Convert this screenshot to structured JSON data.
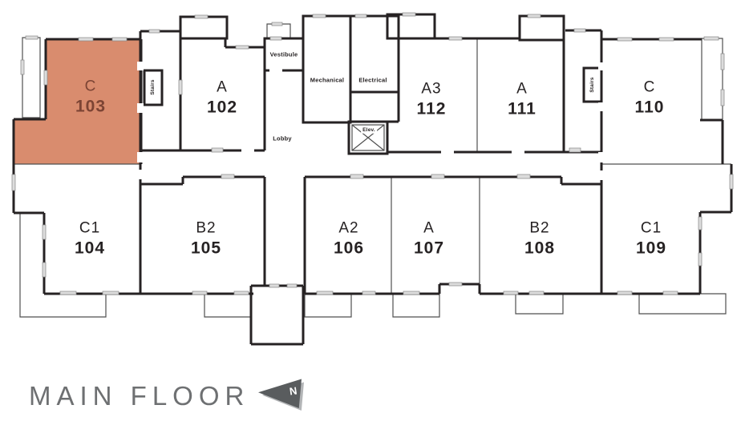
{
  "title": "MAIN FLOOR",
  "compass": {
    "label": "N"
  },
  "colors": {
    "highlight_fill": "#d98c6e",
    "highlight_text": "#7c4434",
    "wall": "#262223",
    "label": "#262223",
    "title": "#6e7072",
    "compass_arrow": "#595c5e",
    "compass_shadow": "#b3b5b7",
    "window_fill": "#dcdcdc"
  },
  "units": [
    {
      "type": "C",
      "number": "103",
      "highlighted": true
    },
    {
      "type": "A",
      "number": "102",
      "highlighted": false
    },
    {
      "type": "A3",
      "number": "112",
      "highlighted": false
    },
    {
      "type": "A",
      "number": "111",
      "highlighted": false
    },
    {
      "type": "C",
      "number": "110",
      "highlighted": false
    },
    {
      "type": "C1",
      "number": "104",
      "highlighted": false
    },
    {
      "type": "B2",
      "number": "105",
      "highlighted": false
    },
    {
      "type": "A2",
      "number": "106",
      "highlighted": false
    },
    {
      "type": "A",
      "number": "107",
      "highlighted": false
    },
    {
      "type": "B2",
      "number": "108",
      "highlighted": false
    },
    {
      "type": "C1",
      "number": "109",
      "highlighted": false
    }
  ],
  "rooms": {
    "stairs_left": {
      "label": "Stairs"
    },
    "stairs_right": {
      "label": "Stairs"
    },
    "vestibule": {
      "label": "Vestibule"
    },
    "mechanical": {
      "label": "Mechanical"
    },
    "electrical": {
      "label": "Electrical"
    },
    "elevator": {
      "label": "Elev."
    },
    "lobby": {
      "label": "Lobby"
    }
  }
}
